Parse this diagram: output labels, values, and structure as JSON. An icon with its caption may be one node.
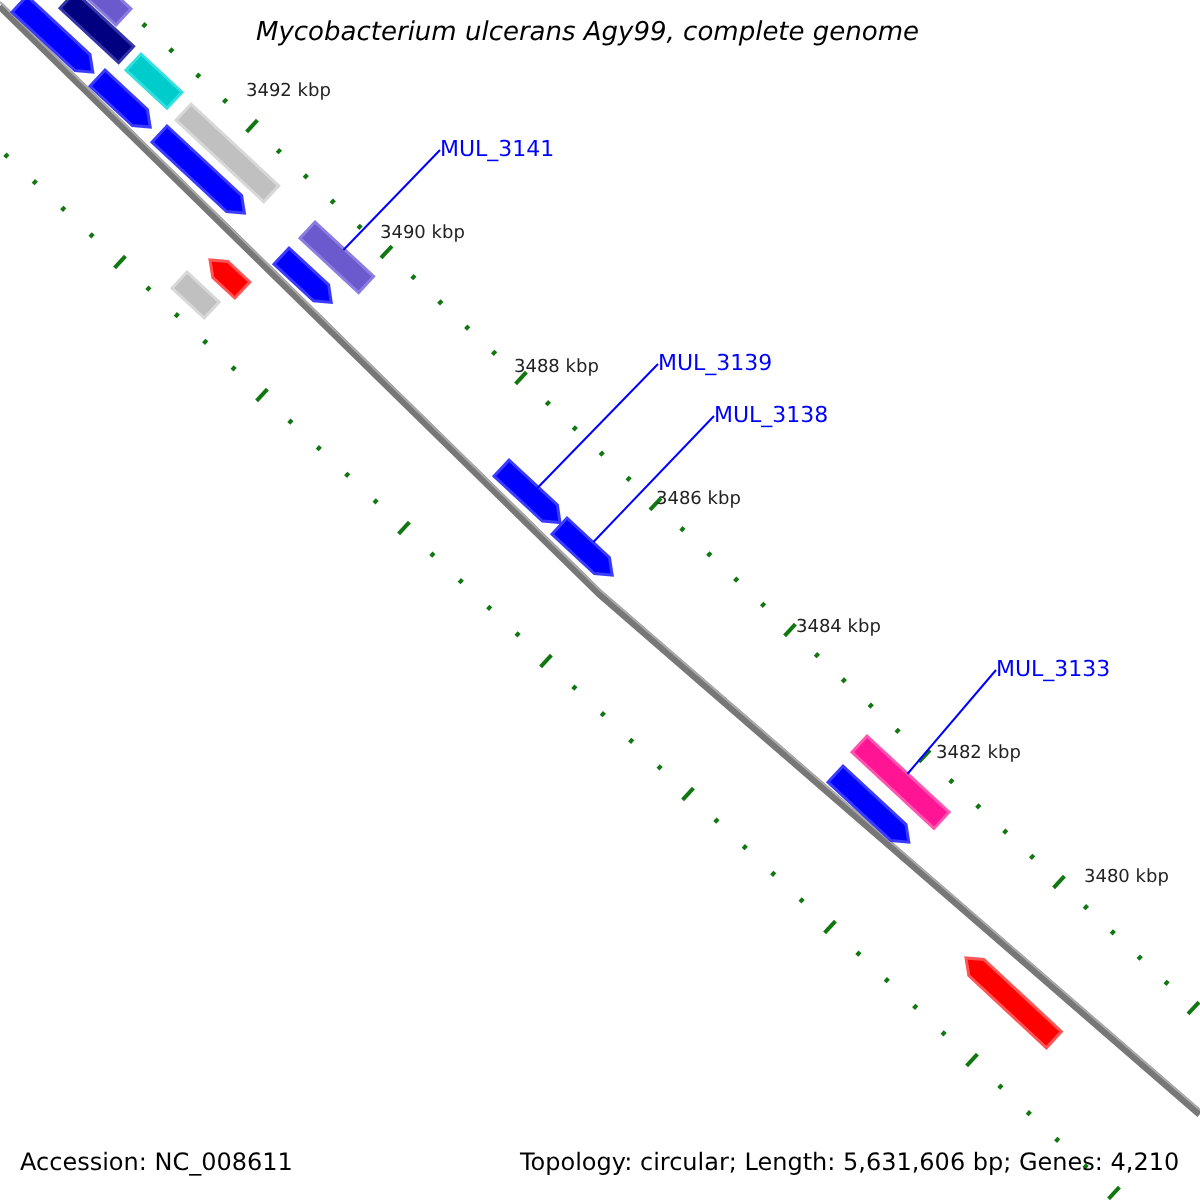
{
  "diagram": {
    "title": "Mycobacterium ulcerans Agy99, complete genome",
    "nodes": [
      {
        "text": [],
        "shape": "bar"
      },
      {
        "text": [],
        "shape": "bar"
      },
      {
        "text": [],
        "shape": "arrow"
      },
      {
        "text": [],
        "shape": "bar"
      },
      {
        "text": [],
        "shape": "arrow"
      },
      {
        "text": [
          "MUL_3141"
        ]
      },
      {
        "text": [],
        "shape": "bar"
      },
      {
        "text": [],
        "shape": "arrow"
      },
      {
        "text": [],
        "shape": "bar"
      },
      {
        "text": [],
        "shape": "arrow"
      },
      {
        "text": [],
        "shape": "arrow"
      },
      {
        "text": [],
        "shape": "bar"
      },
      {
        "text": [
          "MUL_3139"
        ]
      },
      {
        "text": [
          "MUL_3138"
        ]
      },
      {
        "text": [],
        "shape": "arrow"
      },
      {
        "text": [],
        "shape": "arrow"
      },
      {
        "text": [
          "MUL_3133"
        ]
      },
      {
        "text": [],
        "shape": "bar"
      },
      {
        "text": [],
        "shape": "arrow"
      },
      {
        "text": [],
        "shape": "arrow"
      }
    ],
    "edges": [
      {
        "from": 5,
        "to": 8,
        "arrow": "none"
      },
      {
        "from": 12,
        "to": 14,
        "arrow": "none"
      },
      {
        "from": 13,
        "to": 15,
        "arrow": "none"
      },
      {
        "from": 16,
        "to": 17,
        "arrow": "none"
      }
    ],
    "labels": [
      "3492 kbp",
      "3490 kbp",
      "3488 kbp",
      "3486 kbp",
      "3484 kbp",
      "3482 kbp",
      "3480 kbp",
      "Accession: NC_008611",
      "Topology: circular; Length: 5,631,606 bp; Genes: 4,210"
    ]
  }
}
